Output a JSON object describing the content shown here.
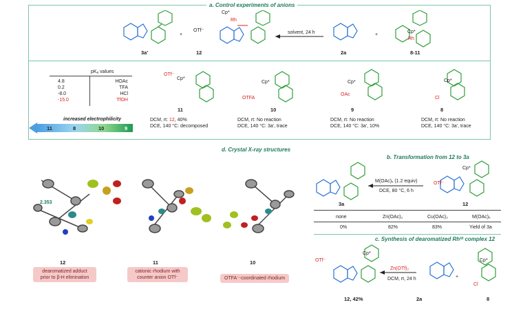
{
  "panel_a": {
    "title": "a. Control experiments of anions",
    "top_reaction": {
      "reagent_label": "8-11",
      "plus": "+",
      "substrate_label": "2a",
      "conditions": "solvent, 24 h",
      "product1_label": "12",
      "product2_label": "3a'",
      "anion": "OTf⁻",
      "plus2": "+"
    },
    "compounds": [
      {
        "num": "8",
        "ligand": "Cl",
        "line1": "DCM, rt: No reaction",
        "line2": "DCE, 140 °C: 3a', trace"
      },
      {
        "num": "9",
        "ligand": "OAc",
        "line1": "DCM, rt: No reaction",
        "line2": "DCE, 140 °C: 3a', 10%"
      },
      {
        "num": "10",
        "ligand": "OTFA",
        "line1": "DCM, rt: No reaction",
        "line2": "DCE, 140 °C: 3a', trace"
      },
      {
        "num": "11",
        "ligand": "OTf⁻",
        "line1_pre": "DCM, rt: ",
        "line1_red": "12",
        "line1_post": ", 40%",
        "line2": "DCE, 140 °C: decomposed"
      }
    ],
    "pka_table": {
      "header": "pKₐ values",
      "rows": [
        {
          "acid": "HOAc",
          "value": "4.8",
          "red": false
        },
        {
          "acid": "TFA",
          "value": "0.2",
          "red": false
        },
        {
          "acid": "HCl",
          "value": "-8.0",
          "red": false
        },
        {
          "acid": "TfOH",
          "value": "-15.0",
          "red": true
        }
      ]
    },
    "electrophilicity": {
      "label": "increased electrophilicity",
      "order": [
        "9",
        "10",
        "8",
        "11"
      ]
    }
  },
  "panel_b": {
    "title": "b. Transformation from 12 to 3a",
    "start_label": "12",
    "product_label": "3a",
    "cond1": "M(OAc)ₓ (1.2 equiv)",
    "cond2": "DCE, 80 °C, 6 h",
    "table": {
      "headers": [
        "M(OAc)ₓ",
        "Cu(OAc)₂",
        "Zn(OAc)₂",
        "none"
      ],
      "row_label": "Yield of 3a",
      "values": [
        "83%",
        "82%",
        "0%"
      ]
    }
  },
  "panel_c": {
    "title": "c. Synthesis of dearomatized Rhᴵᴵᴵ complex 12",
    "start_label": "8",
    "substrate_label": "2a",
    "plus": "+",
    "cond1": "Zn(OTf)₂",
    "cond2": "DCM, rt, 24 h",
    "product_label": "12, 42%",
    "anion": "OTf⁻"
  },
  "panel_d": {
    "title": "d. Crystal X-ray structures",
    "structures": [
      {
        "num": "10",
        "caption": "OTFA⁻-coordinated rhodium"
      },
      {
        "num": "11",
        "caption_line1": "cationic rhodium with",
        "caption_line2": "counter anion OTf⁻"
      },
      {
        "num": "12",
        "caption_line1": "dearomatized adduct",
        "caption_line2": "prior to β-H elimination"
      }
    ],
    "bond_label": "2.353"
  },
  "atoms": {
    "cp": "Cp*",
    "rh": "Rh",
    "n": "N",
    "s": "S",
    "h": "H"
  },
  "colors": {
    "panel_border": "#7cc4a8",
    "title": "#1e7a5a",
    "red": "#d62020",
    "ligand_green": "#2f9e3a",
    "blue": "#2a72d6",
    "pink_box": "#f6c9c9"
  }
}
